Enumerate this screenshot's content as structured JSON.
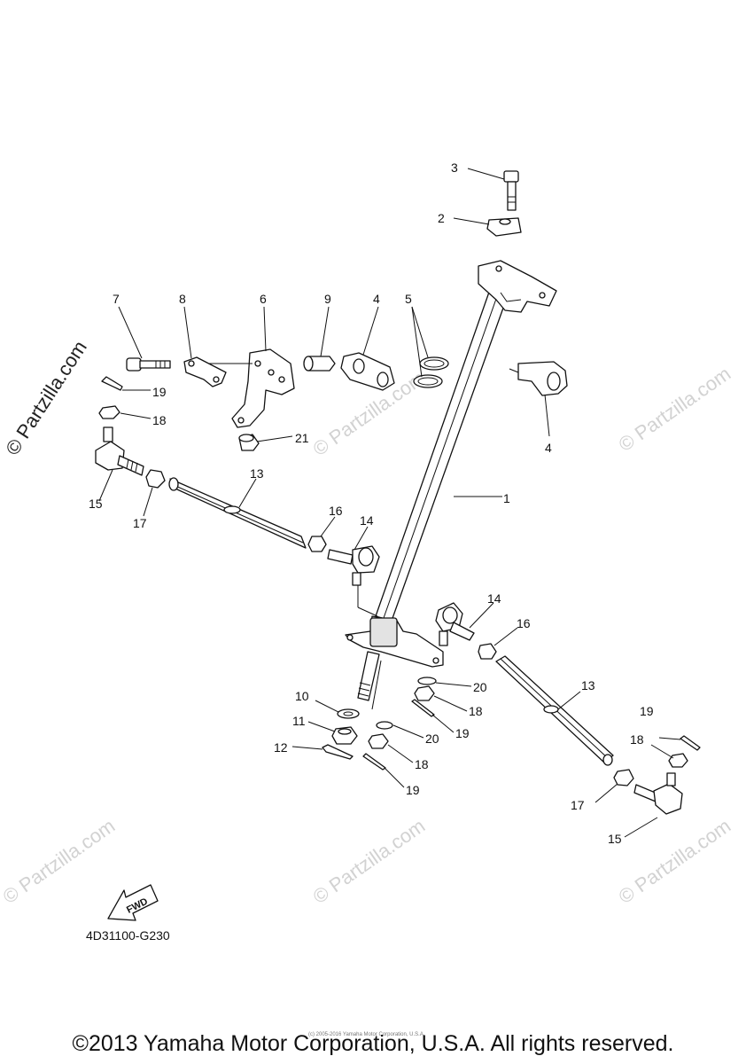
{
  "diagram": {
    "watermark_text": "© Partzilla.com",
    "fwd_label": "FWD",
    "drawing_code": "4D31100-G230",
    "small_copyright": "(c) 2005-2016 Yamaha Motor Corporation, U.S.A.",
    "copyright": "©2013 Yamaha Motor Corporation, U.S.A. All rights reserved.",
    "callouts": [
      "1",
      "2",
      "3",
      "4",
      "4",
      "5",
      "6",
      "7",
      "8",
      "9",
      "10",
      "11",
      "12",
      "13",
      "13",
      "14",
      "14",
      "15",
      "15",
      "16",
      "16",
      "17",
      "17",
      "18",
      "18",
      "18",
      "18",
      "19",
      "19",
      "19",
      "19",
      "20",
      "20",
      "21"
    ]
  }
}
